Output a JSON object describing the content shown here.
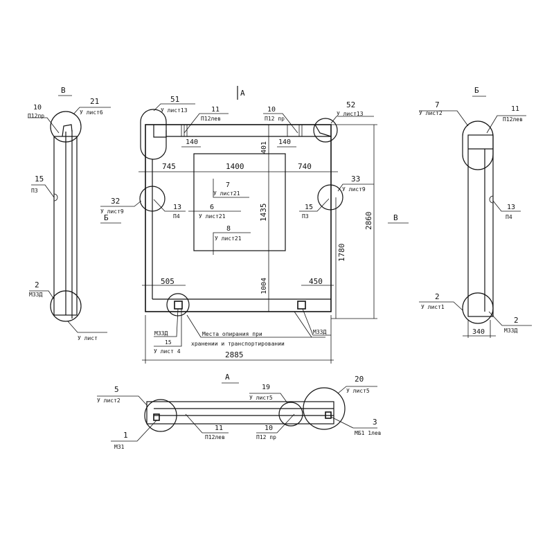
{
  "views": {
    "main": {
      "section_a_arrow": "A",
      "section_b_arrow": "Б",
      "section_v_arrow": "В",
      "callouts": [
        {
          "num": "51",
          "ref": "У лист13"
        },
        {
          "num": "11",
          "ref": "П12лев"
        },
        {
          "num": "10",
          "ref": "П12 пр"
        },
        {
          "num": "52",
          "ref": "У лист13"
        },
        {
          "num": "7",
          "ref": "У лист21"
        },
        {
          "num": "6",
          "ref": "У лист21"
        },
        {
          "num": "8",
          "ref": "У лист21"
        },
        {
          "num": "32",
          "ref": "У лист9"
        },
        {
          "num": "13",
          "ref": "П4"
        },
        {
          "num": "15",
          "ref": "П3"
        },
        {
          "num": "33",
          "ref": "У лист9"
        },
        {
          "num": "15",
          "ref": "У лист 4"
        }
      ],
      "marks": {
        "m33d_left": "М33Д",
        "m33d_right": "М33Д"
      },
      "dimensions": {
        "d140_left": "140",
        "d140_right": "140",
        "d401": "401",
        "d745": "745",
        "d1400": "1400",
        "d740": "740",
        "d1435": "1435",
        "d2860": "2860",
        "d1780": "1780",
        "d1004": "1004",
        "d505": "505",
        "d450": "450",
        "d2885": "2885"
      },
      "note_line1": "Места опирания при",
      "note_line2": "хранении и транспортировании"
    },
    "view_v": {
      "title": "В",
      "callouts": [
        {
          "num": "10",
          "ref": "П12пр"
        },
        {
          "num": "21",
          "ref": "У лист6"
        },
        {
          "num": "15",
          "ref": "П3"
        },
        {
          "num": "2",
          "ref": "М33Д"
        }
      ],
      "bottom_ref": "У лист"
    },
    "view_b": {
      "title": "Б",
      "callouts": [
        {
          "num": "7",
          "ref": "У лист2"
        },
        {
          "num": "11",
          "ref": "П12лев"
        },
        {
          "num": "13",
          "ref": "П4"
        },
        {
          "num": "2",
          "ref": "У лист1"
        },
        {
          "num": "2",
          "ref": "М33Д"
        }
      ],
      "d340": "340"
    },
    "view_a": {
      "title": "А",
      "callouts": [
        {
          "num": "5",
          "ref": "У лист2"
        },
        {
          "num": "19",
          "ref": "У лист5"
        },
        {
          "num": "20",
          "ref": "У лист5"
        },
        {
          "num": "1",
          "ref": "М31"
        },
        {
          "num": "11",
          "ref": "П12лев"
        },
        {
          "num": "10",
          "ref": "П12 пр"
        },
        {
          "num": "3",
          "ref": "МБ1 1лев"
        }
      ]
    }
  }
}
